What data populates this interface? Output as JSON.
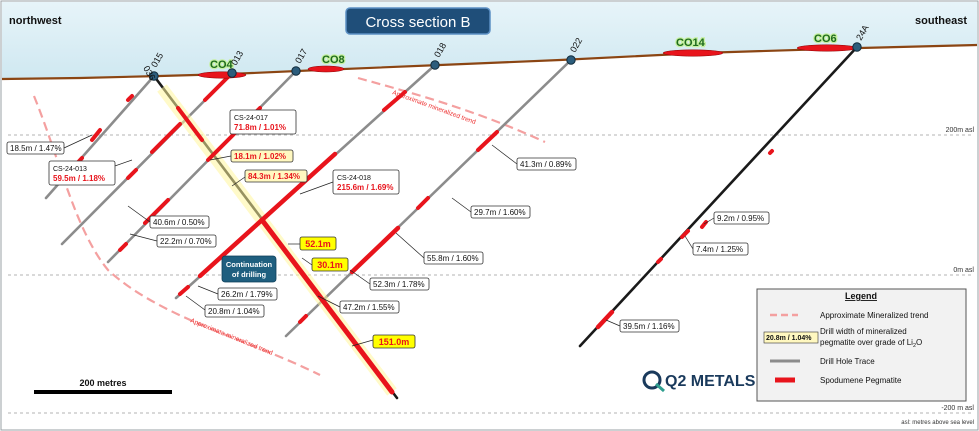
{
  "title": "Cross section B",
  "direction": {
    "left": "northwest",
    "right": "southeast"
  },
  "elevations": {
    "top": "200m asl",
    "mid": "0m asl",
    "bottom": "-200 m asl",
    "note": "asl: metres above sea level"
  },
  "holes": [
    {
      "id": "036"
    },
    {
      "id": "015"
    },
    {
      "id": "013"
    },
    {
      "id": "017"
    },
    {
      "id": "018"
    },
    {
      "id": "022"
    },
    {
      "id": "24A"
    }
  ],
  "outcrops": [
    {
      "label": "CO4"
    },
    {
      "label": "CO8"
    },
    {
      "label": "CO14"
    },
    {
      "label": "CO6"
    }
  ],
  "intercepts": [
    {
      "text": "18.5m / 1.47%"
    },
    {
      "text": "40.6m / 0.50%"
    },
    {
      "text": "22.2m / 0.70%"
    },
    {
      "text": "26.2m / 1.79%"
    },
    {
      "text": "20.8m / 1.04%"
    },
    {
      "text": "47.2m / 1.55%"
    },
    {
      "text": "52.3m / 1.78%"
    },
    {
      "text": "55.8m / 1.60%"
    },
    {
      "text": "29.7m / 1.60%"
    },
    {
      "text": "41.3m / 0.89%"
    },
    {
      "text": "9.2m / 0.95%"
    },
    {
      "text": "7.4m / 1.25%"
    },
    {
      "text": "39.5m / 1.16%"
    }
  ],
  "highlights": [
    {
      "hole": "CS-24-013",
      "value": "59.5m / 1.18%"
    },
    {
      "hole": "CS-24-017",
      "value": "71.8m / 1.01%"
    },
    {
      "hole": "CS-24-018",
      "value": "215.6m / 1.69%"
    }
  ],
  "red_intercepts": [
    {
      "text": "18.1m / 1.02%"
    },
    {
      "text": "84.3m / 1.34%"
    }
  ],
  "yellow_intercepts": [
    {
      "text": "52.1m"
    },
    {
      "text": "30.1m"
    },
    {
      "text": "151.0m"
    }
  ],
  "continuation_label": {
    "line1": "Continuation",
    "line2": "of drilling"
  },
  "trend_labels": [
    "Approximate mineralized trend",
    "Approximate mineralized trend"
  ],
  "scale_bar": "200 metres",
  "logo": "Q2 METALS",
  "legend": {
    "title": "Legend",
    "items": [
      {
        "label": "Approximate Mineralized trend"
      },
      {
        "sample": "20.8m / 1.04%",
        "label1": "Drill width of mineralized",
        "label2": "pegmatite over grade of Li",
        "sub": "2",
        "tail": "O"
      },
      {
        "label": "Drill Hole Trace"
      },
      {
        "label": "Spodumene Pegmatite"
      }
    ]
  },
  "colors": {
    "sky": "#dceff6",
    "ground": "#8b4513",
    "pegmatite": "#e8141c",
    "trace": "#8c8c8c",
    "title_bg": "#1f4e79",
    "logo": "#1a3a5c"
  }
}
